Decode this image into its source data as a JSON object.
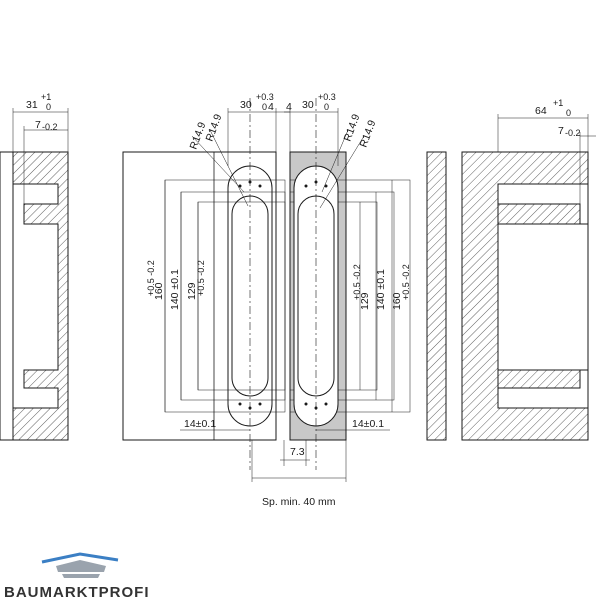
{
  "colors": {
    "line": "#1a1a1a",
    "frame_fill": "#c8c8c8",
    "logo_blue": "#3b7fc4",
    "logo_gray": "#9aa3ad"
  },
  "left_section": {
    "dim_31": "31",
    "dim_31_tol_upper": "+1",
    "dim_31_tol_lower": "0",
    "dim_7": "7",
    "dim_7_tol": "-0.2"
  },
  "right_section": {
    "dim_64": "64",
    "dim_64_tol_upper": "+1",
    "dim_64_tol_lower": "0",
    "dim_7": "7",
    "dim_7_tol": "-0.2"
  },
  "front_left": {
    "dim_30": "30",
    "dim_30_tol_upper": "+0.3",
    "dim_30_tol_lower": "0",
    "dim_4": "4",
    "radius_outer": "R14.9",
    "radius_inner": "R14.9",
    "dim_160": "160",
    "dim_160_tol": "+0.5 -0.2",
    "dim_140": "140 ±0.1",
    "dim_129": "129",
    "dim_129_tol": "+0.5 -0.2",
    "dim_14": "14±0.1"
  },
  "front_right": {
    "dim_4": "4",
    "dim_30": "30",
    "dim_30_tol_upper": "+0.3",
    "dim_30_tol_lower": "0",
    "radius_outer": "R14.9",
    "radius_inner": "R14.9",
    "dim_129": "129",
    "dim_129_tol": "+0.5 -0.2",
    "dim_140": "140 ±0.1",
    "dim_160": "160",
    "dim_160_tol": "+0.5 -0.2",
    "dim_14": "14±0.1",
    "dim_7_3": "7.3"
  },
  "footer": {
    "spacing_note": "Sp. min. 40 mm"
  },
  "logo": {
    "brand": "BAUMARKTPROFI",
    "icon": "roof-logo-icon"
  }
}
